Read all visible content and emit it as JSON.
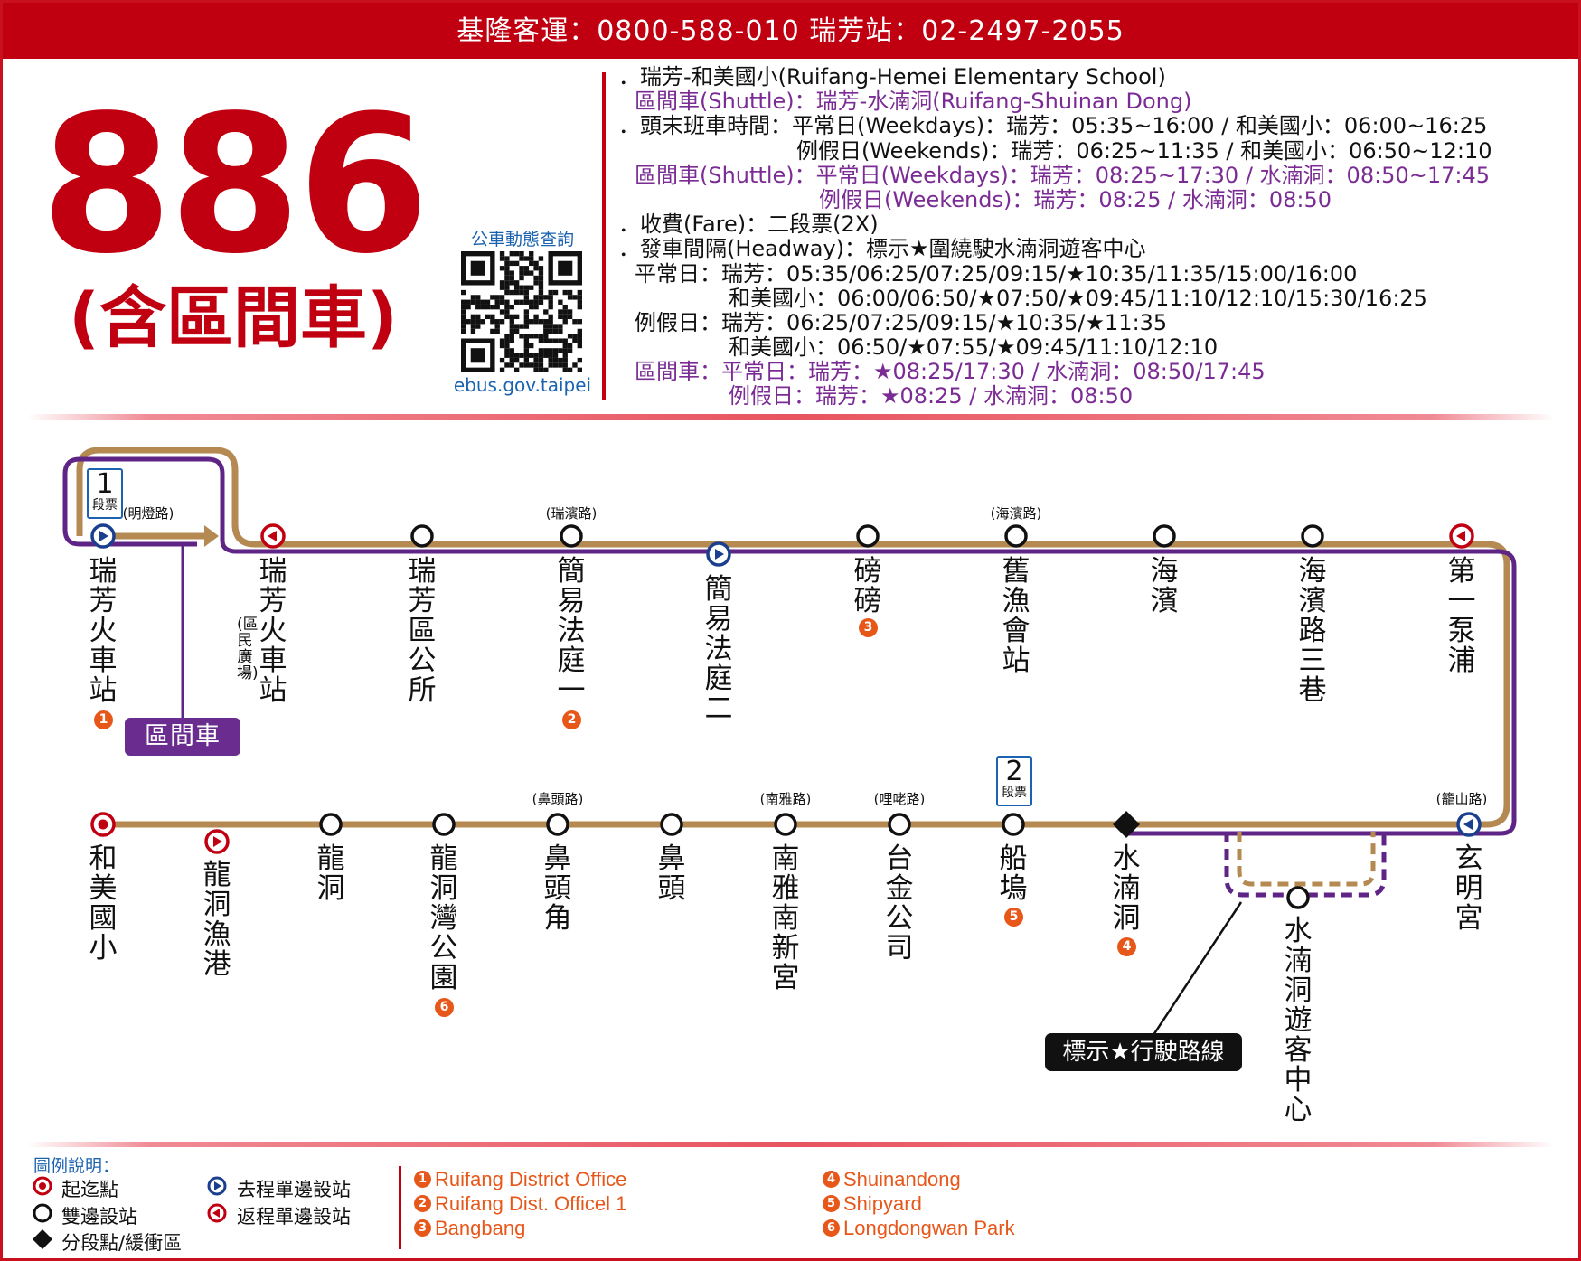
{
  "header": {
    "contact": "基隆客運：0800-588-010  瑞芳站：02-2497-2055"
  },
  "route": {
    "number": "886",
    "subtitle": "(含區間車)"
  },
  "qr": {
    "label": "公車動態查詢",
    "url": "ebus.gov.taipei",
    "icon": "qr-code-icon"
  },
  "info_lines": [
    {
      "text": "．瑞芳-和美國小(Ruifang-Hemei Elementary School)",
      "indent": 0,
      "color": "black"
    },
    {
      "text": "區間車(Shuttle)：瑞芳-水湳洞(Ruifang-Shuinan Dong)",
      "indent": 18,
      "color": "purple"
    },
    {
      "text": "．頭末班車時間：平常日(Weekdays)：瑞芳：05:35~16:00 / 和美國小：06:00~16:25",
      "indent": 0,
      "color": "black"
    },
    {
      "text": "例假日(Weekends)：瑞芳：06:25~11:35 / 和美國小：06:50~12:10",
      "indent": 197,
      "color": "black"
    },
    {
      "text": "區間車(Shuttle)：平常日(Weekdays)：瑞芳：08:25~17:30 / 水湳洞：08:50~17:45",
      "indent": 18,
      "color": "purple"
    },
    {
      "text": "例假日(Weekends)：瑞芳：08:25 / 水湳洞：08:50",
      "indent": 222,
      "color": "purple"
    },
    {
      "text": "．收費(Fare)：二段票(2X)",
      "indent": 0,
      "color": "black"
    },
    {
      "text": "．發車間隔(Headway)：標示★圍繞駛水湳洞遊客中心",
      "indent": 0,
      "color": "black"
    },
    {
      "text": "平常日：瑞芳：05:35/06:25/07:25/09:15/★10:35/11:35/15:00/16:00",
      "indent": 18,
      "color": "black"
    },
    {
      "text": "和美國小：06:00/06:50/★07:50/★09:45/11:10/12:10/15:30/16:25",
      "indent": 122,
      "color": "black"
    },
    {
      "text": "例假日：瑞芳：06:25/07:25/09:15/★10:35/★11:35",
      "indent": 18,
      "color": "black"
    },
    {
      "text": "和美國小：06:50/★07:55/★09:45/11:10/12:10",
      "indent": 122,
      "color": "black"
    },
    {
      "text": "區間車：平常日：瑞芳：★08:25/17:30 / 水湳洞：08:50/17:45",
      "indent": 18,
      "color": "purple"
    },
    {
      "text": "例假日：瑞芳：★08:25 / 水湳洞：08:50",
      "indent": 122,
      "color": "purple"
    }
  ],
  "route_colors": {
    "main_line": "#b48a52",
    "shuttle_line": "#5f2586",
    "brand_red": "#c00010",
    "outbound_blue": "#1b3f8f",
    "landmark_orange": "#e8571a"
  },
  "top_row_stops": [
    {
      "name": "瑞芳火車站",
      "type": "outbound",
      "road": "(明燈路)",
      "badge": "1"
    },
    {
      "name": "瑞芳火車站",
      "sub": "(區民廣場)",
      "type": "return",
      "road": "",
      "badge": ""
    },
    {
      "name": "瑞芳區公所",
      "type": "both",
      "road": "",
      "badge": ""
    },
    {
      "name": "簡易法庭一",
      "type": "both",
      "road": "(瑞濱路)",
      "badge": "2"
    },
    {
      "name": "簡易法庭二",
      "type": "outbound",
      "road": "",
      "badge": ""
    },
    {
      "name": "磅磅",
      "type": "both",
      "road": "",
      "badge": "3"
    },
    {
      "name": "舊漁會站",
      "type": "both",
      "road": "(海濱路)",
      "badge": ""
    },
    {
      "name": "海濱",
      "type": "both",
      "road": "",
      "badge": ""
    },
    {
      "name": "海濱路三巷",
      "type": "both",
      "road": "",
      "badge": ""
    },
    {
      "name": "第一泵浦",
      "type": "return",
      "road": "",
      "badge": ""
    }
  ],
  "bottom_row_stops": [
    {
      "name": "和美國小",
      "type": "terminal",
      "road": "",
      "badge": ""
    },
    {
      "name": "龍洞漁港",
      "type": "outbound-red",
      "road": "",
      "badge": ""
    },
    {
      "name": "龍洞",
      "type": "both",
      "road": "",
      "badge": ""
    },
    {
      "name": "龍洞灣公園",
      "type": "both",
      "road": "",
      "badge": "6"
    },
    {
      "name": "鼻頭角",
      "type": "both",
      "road": "(鼻頭路)",
      "badge": ""
    },
    {
      "name": "鼻頭",
      "type": "both",
      "road": "",
      "badge": ""
    },
    {
      "name": "南雅南新宮",
      "type": "both",
      "road": "(南雅路)",
      "badge": ""
    },
    {
      "name": "台金公司",
      "type": "both",
      "road": "(哩咾路)",
      "badge": ""
    },
    {
      "name": "船塢",
      "type": "both",
      "road": "",
      "badge": "5"
    },
    {
      "name": "水湳洞",
      "type": "section",
      "road": "",
      "badge": "4"
    },
    {
      "name": "水湳洞遊客中心",
      "type": "both",
      "road": "",
      "badge": ""
    },
    {
      "name": "玄明宮",
      "type": "return",
      "road": "(籠山路)",
      "badge": ""
    }
  ],
  "fare_zones": [
    {
      "number": "1",
      "label": "段票"
    },
    {
      "number": "2",
      "label": "段票"
    }
  ],
  "badges": {
    "shuttle": "區間車",
    "star_route": "標示★行駛路線"
  },
  "legend": {
    "title": "圖例說明：",
    "items": [
      {
        "label": "起迄點",
        "icon": "terminal-icon"
      },
      {
        "label": "雙邊設站",
        "icon": "both-sides-stop-icon"
      },
      {
        "label": "分段點/緩衝區",
        "icon": "section-point-diamond-icon"
      },
      {
        "label": "去程單邊設站",
        "icon": "outbound-stop-icon"
      },
      {
        "label": "返程單邊設站",
        "icon": "return-stop-icon"
      }
    ],
    "landmarks": [
      {
        "num": "1",
        "name": "Ruifang District Office"
      },
      {
        "num": "2",
        "name": "Ruifang Dist. Officel 1"
      },
      {
        "num": "3",
        "name": "Bangbang"
      },
      {
        "num": "4",
        "name": "Shuinandong"
      },
      {
        "num": "5",
        "name": "Shipyard"
      },
      {
        "num": "6",
        "name": "Longdongwan Park"
      }
    ]
  }
}
